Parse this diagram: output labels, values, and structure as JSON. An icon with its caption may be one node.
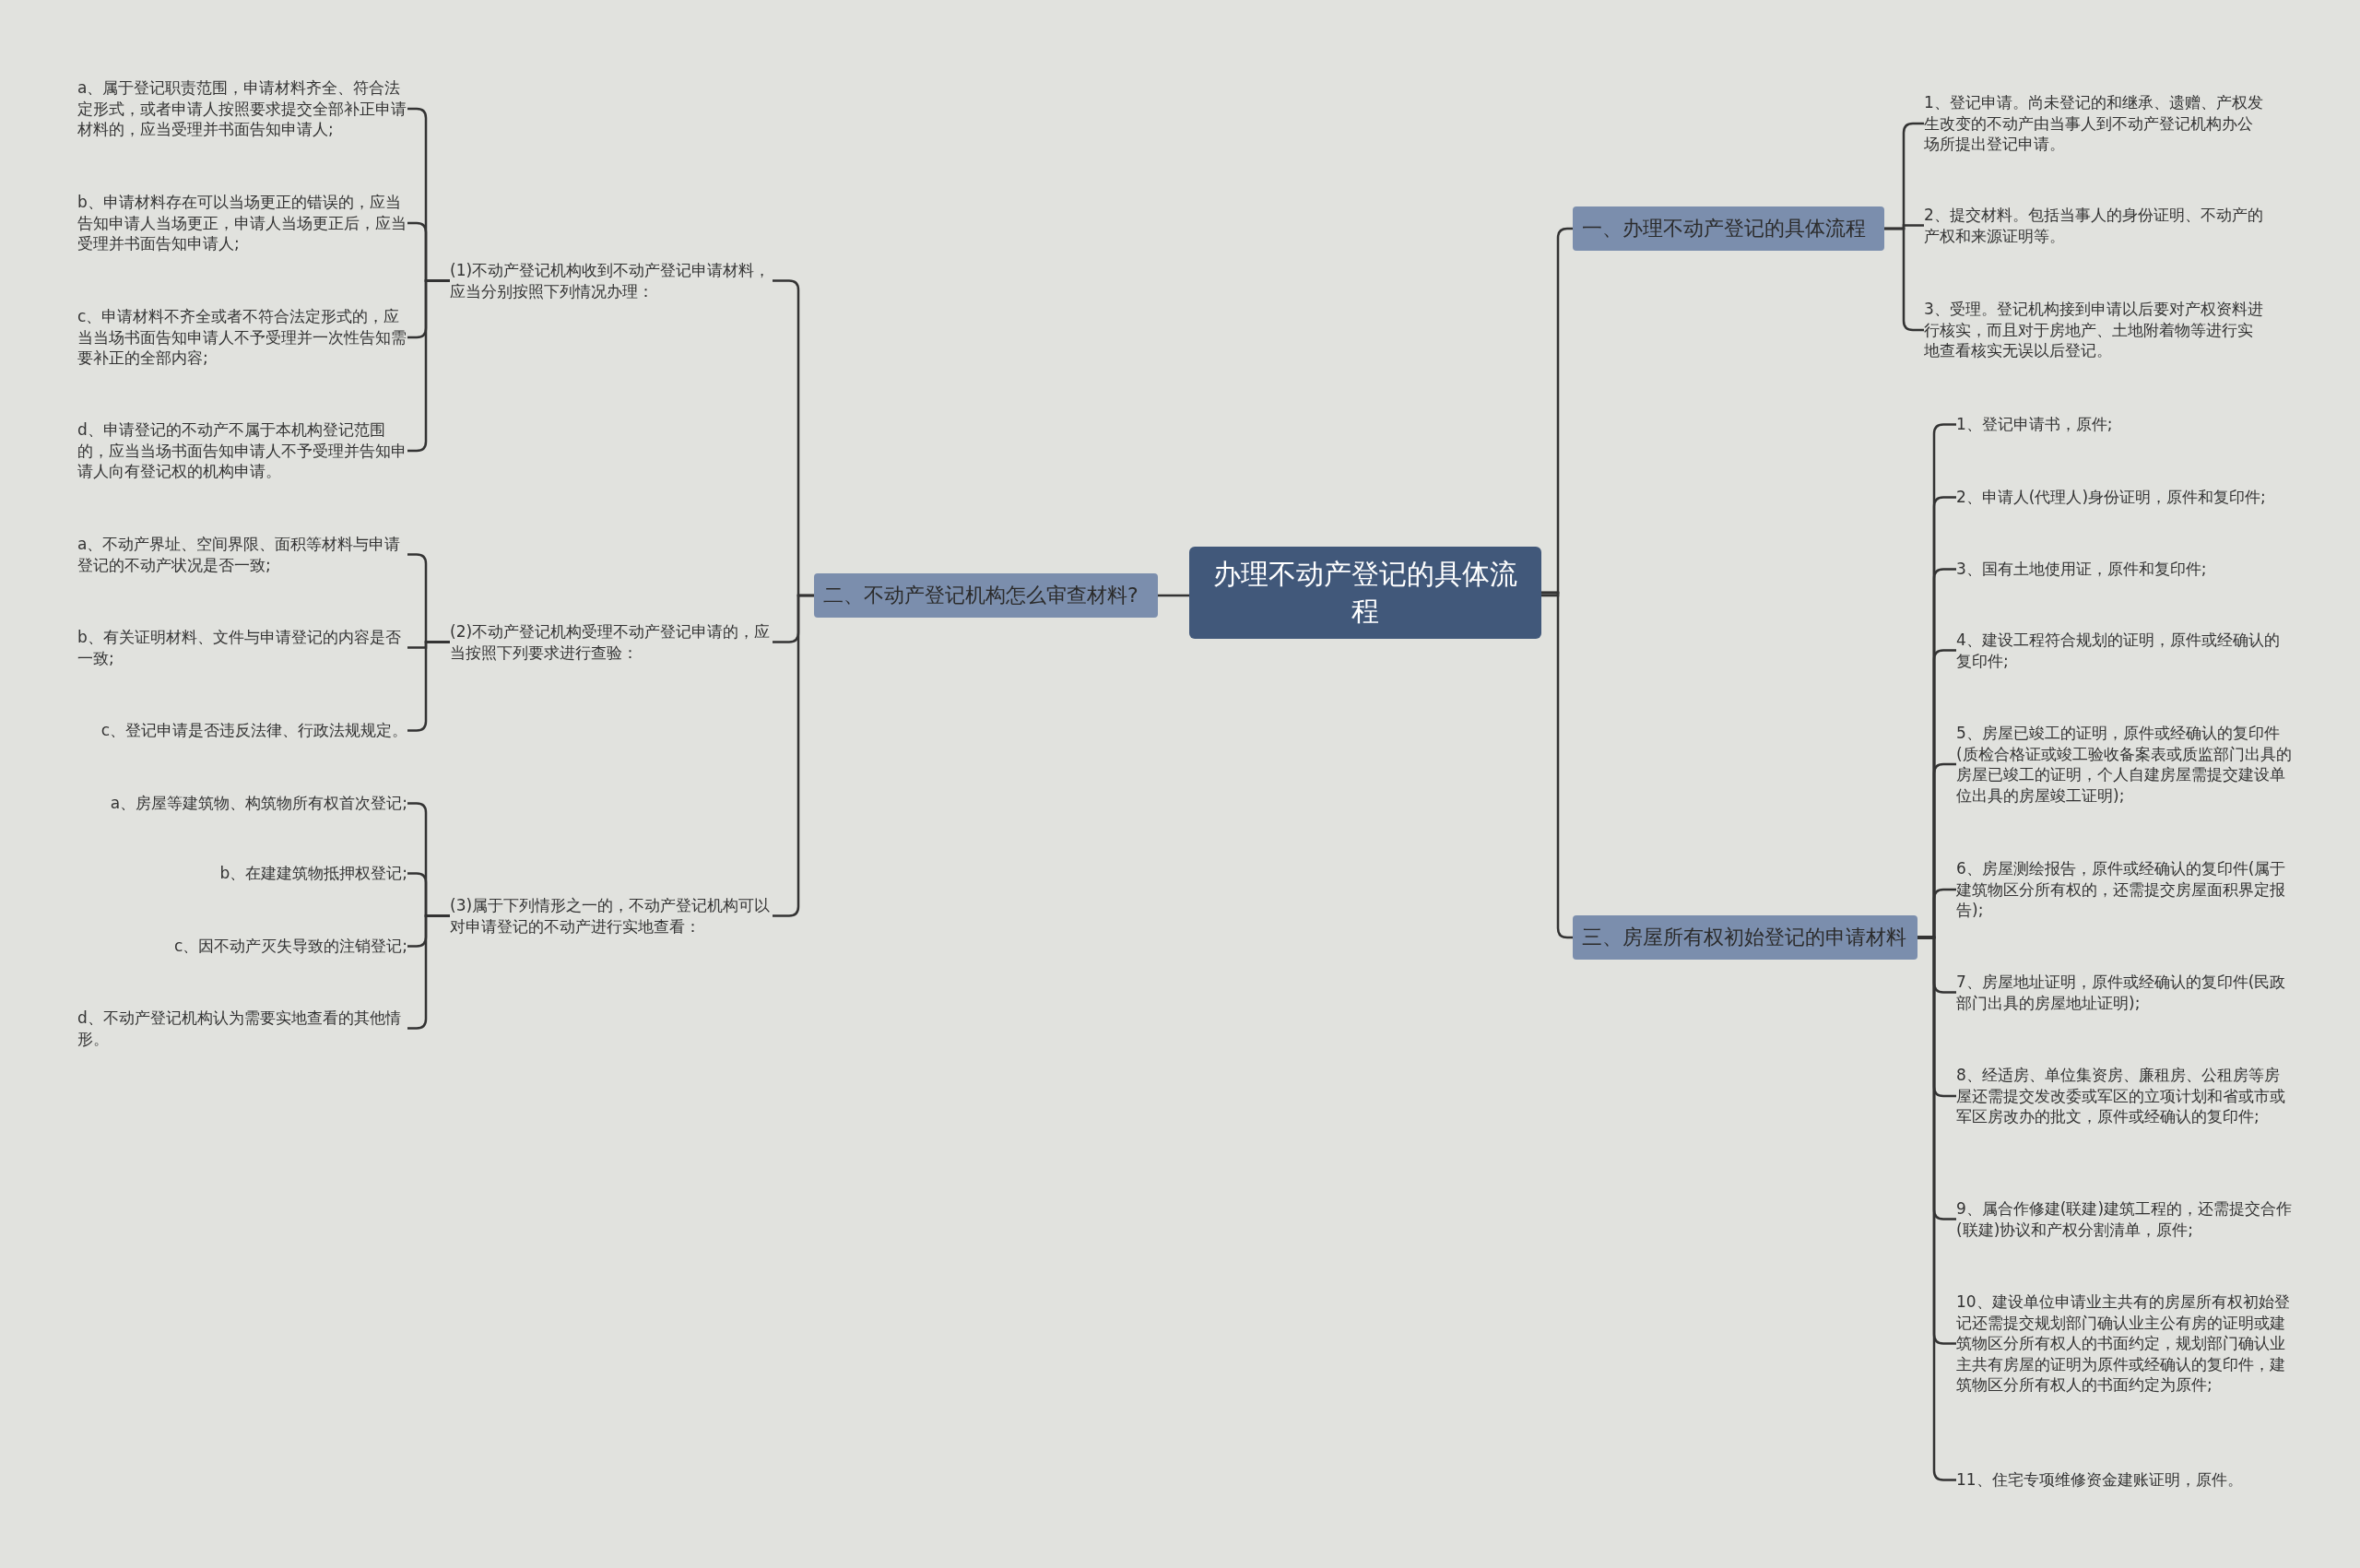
{
  "diagram": {
    "nodes": [
      {
        "text": [
          "办理不动产登记的具体流程"
        ]
      },
      {
        "text": [
          "一、办理不动产登记的具体流程"
        ]
      },
      {
        "text": [
          "1、登记申请。尚未登记的和继承、遗赠、产权发生改变的不动产由当事人到不动产登记机构办公场所提出登记申请。"
        ]
      },
      {
        "text": [
          "2、提交材料。包括当事人的身份证明、不动产的产权和来源证明等。"
        ]
      },
      {
        "text": [
          "3、受理。登记机构接到申请以后要对产权资料进行核实，而且对于房地产、土地附着物等进行实地查看核实无误以后登记。"
        ]
      },
      {
        "text": [
          "三、房屋所有权初始登记的申请材料"
        ]
      },
      {
        "text": [
          "1、登记申请书，原件;"
        ]
      },
      {
        "text": [
          "2、申请人(代理人)身份证明，原件和复印件;"
        ]
      },
      {
        "text": [
          "3、国有土地使用证，原件和复印件;"
        ]
      },
      {
        "text": [
          "4、建设工程符合规划的证明，原件或经确认的复印件;"
        ]
      },
      {
        "text": [
          "5、房屋已竣工的证明，原件或经确认的复印件(质检合格证或竣工验收备案表或质监部门出具的房屋已竣工的证明，个人自建房屋需提交建设单位出具的房屋竣工证明);"
        ]
      },
      {
        "text": [
          "6、房屋测绘报告，原件或经确认的复印件(属于建筑物区分所有权的，还需提交房屋面积界定报告);"
        ]
      },
      {
        "text": [
          "7、房屋地址证明，原件或经确认的复印件(民政部门出具的房屋地址证明);"
        ]
      },
      {
        "text": [
          "8、经适房、单位集资房、廉租房、公租房等房屋还需提交发改委或军区的立项计划和省或市或军区房改办的批文，原件或经确认的复印件;"
        ]
      },
      {
        "text": [
          "9、属合作修建(联建)建筑工程的，还需提交合作(联建)协议和产权分割清单，原件;"
        ]
      },
      {
        "text": [
          "10、建设单位申请业主共有的房屋所有权初始登记还需提交规划部门确认业主公有房的证明或建筑物区分所有权人的书面约定，规划部门确认业主共有房屋的证明为原件或经确认的复印件，建筑物区分所有权人的书面约定为原件;"
        ]
      },
      {
        "text": [
          "11、住宅专项维修资金建账证明，原件。"
        ]
      },
      {
        "text": [
          "二、不动产登记机构怎么审查材料?"
        ]
      },
      {
        "text": [
          "(1)不动产登记机构收到不动产登记申请材料，应当分别按照下列情况办理："
        ]
      },
      {
        "text": [
          "a、属于登记职责范围，申请材料齐全、符合法定形式，或者申请人按照要求提交全部补正申请材料的，应当受理并书面告知申请人;"
        ]
      },
      {
        "text": [
          "b、申请材料存在可以当场更正的错误的，应当告知申请人当场更正，申请人当场更正后，应当受理并书面告知申请人;"
        ]
      },
      {
        "text": [
          "c、申请材料不齐全或者不符合法定形式的，应当当场书面告知申请人不予受理并一次性告知需要补正的全部内容;"
        ]
      },
      {
        "text": [
          "d、申请登记的不动产不属于本机构登记范围的，应当当场书面告知申请人不予受理并告知申请人向有登记权的机构申请。"
        ]
      },
      {
        "text": [
          "(2)不动产登记机构受理不动产登记申请的，应当按照下列要求进行查验："
        ]
      },
      {
        "text": [
          "a、不动产界址、空间界限、面积等材料与申请登记的不动产状况是否一致;"
        ]
      },
      {
        "text": [
          "b、有关证明材料、文件与申请登记的内容是否一致;"
        ]
      },
      {
        "text": [
          "c、登记申请是否违反法律、行政法规规定。"
        ]
      },
      {
        "text": [
          "(3)属于下列情形之一的，不动产登记机构可以对申请登记的不动产进行实地查看："
        ]
      },
      {
        "text": [
          "a、房屋等建筑物、构筑物所有权首次登记;"
        ]
      },
      {
        "text": [
          "b、在建建筑物抵押权登记;"
        ]
      },
      {
        "text": [
          "c、因不动产灭失导致的注销登记;"
        ]
      },
      {
        "text": [
          "d、不动产登记机构认为需要实地查看的其他情形。"
        ]
      }
    ],
    "edges": [
      {
        "from": 0,
        "to": 1,
        "arrow": "none"
      },
      {
        "from": 1,
        "to": 2,
        "arrow": "none"
      },
      {
        "from": 1,
        "to": 3,
        "arrow": "none"
      },
      {
        "from": 1,
        "to": 4,
        "arrow": "none"
      },
      {
        "from": 0,
        "to": 5,
        "arrow": "none"
      },
      {
        "from": 5,
        "to": 6,
        "arrow": "none"
      },
      {
        "from": 5,
        "to": 7,
        "arrow": "none"
      },
      {
        "from": 5,
        "to": 8,
        "arrow": "none"
      },
      {
        "from": 5,
        "to": 9,
        "arrow": "none"
      },
      {
        "from": 5,
        "to": 10,
        "arrow": "none"
      },
      {
        "from": 5,
        "to": 11,
        "arrow": "none"
      },
      {
        "from": 5,
        "to": 12,
        "arrow": "none"
      },
      {
        "from": 5,
        "to": 13,
        "arrow": "none"
      },
      {
        "from": 5,
        "to": 14,
        "arrow": "none"
      },
      {
        "from": 5,
        "to": 15,
        "arrow": "none"
      },
      {
        "from": 5,
        "to": 16,
        "arrow": "none"
      },
      {
        "from": 0,
        "to": 17,
        "arrow": "none"
      },
      {
        "from": 17,
        "to": 18,
        "arrow": "none"
      },
      {
        "from": 18,
        "to": 19,
        "arrow": "none"
      },
      {
        "from": 18,
        "to": 20,
        "arrow": "none"
      },
      {
        "from": 18,
        "to": 21,
        "arrow": "none"
      },
      {
        "from": 18,
        "to": 22,
        "arrow": "none"
      },
      {
        "from": 17,
        "to": 23,
        "arrow": "none"
      },
      {
        "from": 23,
        "to": 24,
        "arrow": "none"
      },
      {
        "from": 23,
        "to": 25,
        "arrow": "none"
      },
      {
        "from": 23,
        "to": 26,
        "arrow": "none"
      },
      {
        "from": 17,
        "to": 27,
        "arrow": "none"
      },
      {
        "from": 27,
        "to": 28,
        "arrow": "none"
      },
      {
        "from": 27,
        "to": 29,
        "arrow": "none"
      },
      {
        "from": 27,
        "to": 30,
        "arrow": "none"
      },
      {
        "from": 27,
        "to": 31,
        "arrow": "none"
      }
    ]
  }
}
